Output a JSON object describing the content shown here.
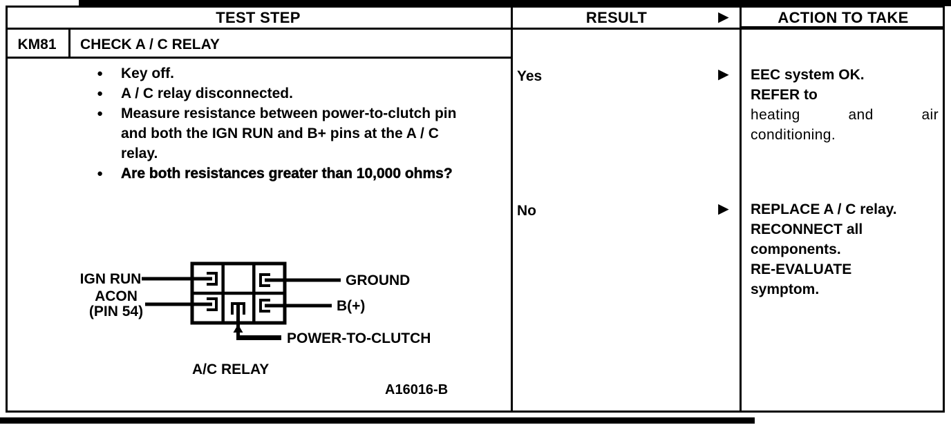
{
  "table": {
    "headers": {
      "test_step": "TEST STEP",
      "result": "RESULT",
      "action": "ACTION TO TAKE"
    },
    "arrow_icon": "►",
    "bullet_icon": "●"
  },
  "test": {
    "id": "KM81",
    "name": "CHECK A / C RELAY",
    "bullets": [
      "Key off.",
      "A / C relay disconnected.",
      "Measure resistance between power-to-clutch pin and both the IGN RUN and B+ pins at the A / C relay.",
      "Are both resistances greater than 10,000 ohms?"
    ]
  },
  "results": [
    {
      "label": "Yes",
      "action_lines": [
        "EEC system OK.",
        "REFER to"
      ],
      "action_note": "heating and air conditioning."
    },
    {
      "label": "No",
      "action_lines": [
        "REPLACE A / C relay.",
        "RECONNECT all",
        "components.",
        "RE-EVALUATE",
        "symptom."
      ]
    }
  ],
  "diagram": {
    "pins": {
      "ign_run": "IGN RUN",
      "acon": "ACON",
      "acon_pin": "(PIN 54)",
      "ground": "GROUND",
      "b_plus": "B(+)",
      "power_to_clutch": "POWER-TO-CLUTCH"
    },
    "caption": "A/C RELAY",
    "figure_code": "A16016-B"
  },
  "colors": {
    "ink": "#000000",
    "paper": "#ffffff"
  }
}
